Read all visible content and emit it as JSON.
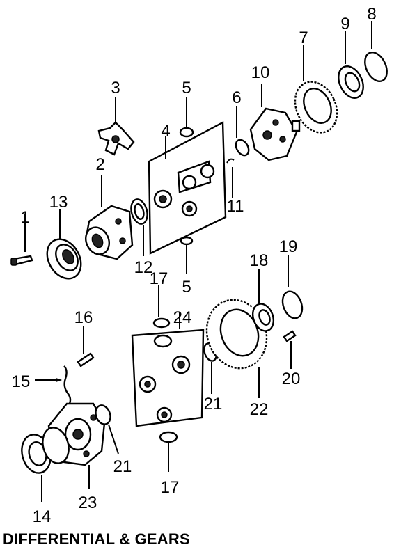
{
  "caption": "DIFFERENTIAL & GEARS",
  "callouts": [
    "1",
    "2",
    "3",
    "4",
    "5",
    "5",
    "6",
    "7",
    "8",
    "9",
    "10",
    "11",
    "12",
    "13",
    "14",
    "15",
    "16",
    "17",
    "17",
    "18",
    "19",
    "20",
    "21",
    "21",
    "22",
    "23",
    "24"
  ]
}
